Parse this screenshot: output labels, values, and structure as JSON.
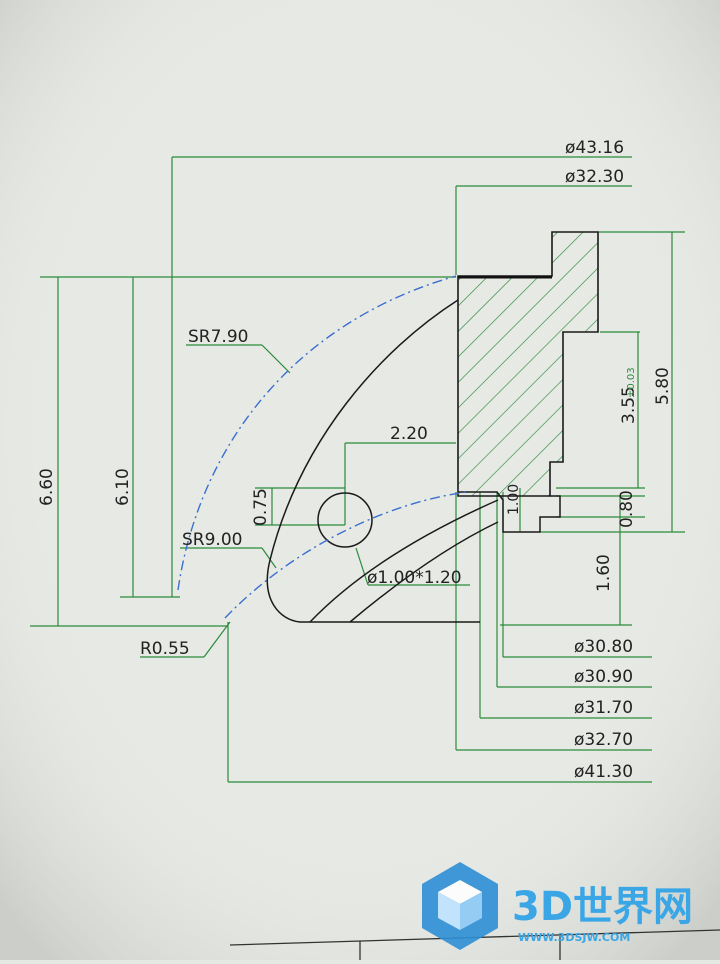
{
  "drawing": {
    "dimensions": {
      "d43_16": "ø43.16",
      "d32_30": "ø32.30",
      "sr7_90": "SR7.90",
      "v6_60": "6.60",
      "v6_10": "6.10",
      "v2_20": "2.20",
      "v0_75": "0.75",
      "sr9_00": "SR9.00",
      "hole": "ø1.00*1.20",
      "r0_55": "R0.55",
      "v3_55": "3.55",
      "tol": "±0.03",
      "v5_80": "5.80",
      "v1_00": "1.00",
      "v0_80": "0.80",
      "v1_60": "1.60",
      "d30_80": "ø30.80",
      "d30_90": "ø30.90",
      "d31_70": "ø31.70",
      "d32_70": "ø32.70",
      "d41_30": "ø41.30"
    }
  },
  "watermark": {
    "brand": "3D世界网",
    "url": "WWW.3DSJW.COM"
  }
}
